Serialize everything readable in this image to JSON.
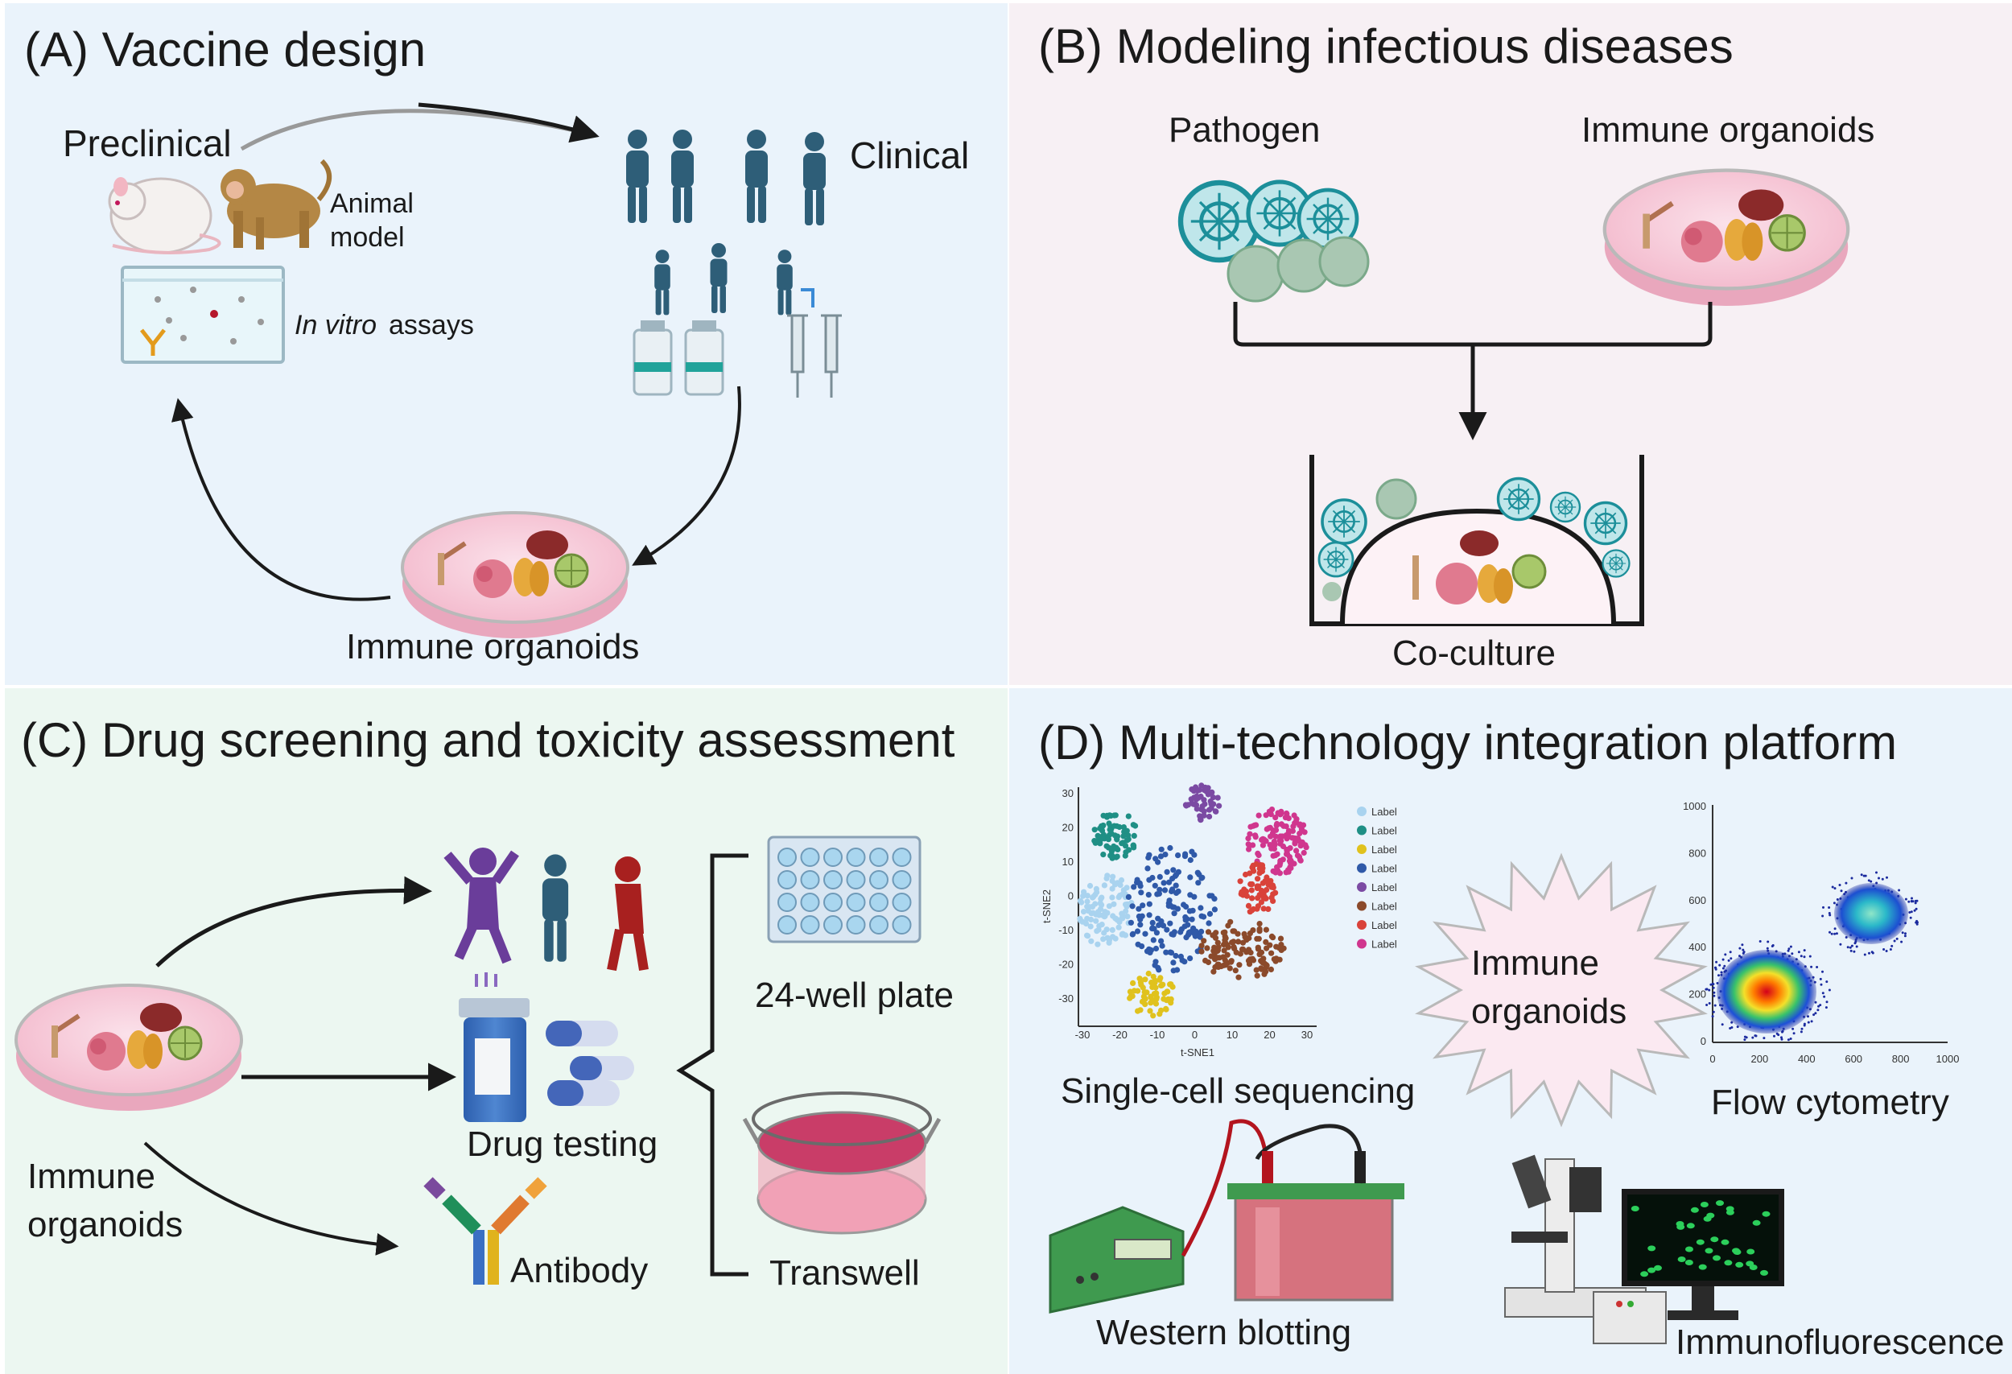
{
  "panels": {
    "a": {
      "title": "(A) Vaccine design",
      "preclinical": "Preclinical",
      "animal_model_line1": "Animal",
      "animal_model_line2": "model",
      "in_vitro_italic": "In vitro",
      "in_vitro_rest": "assays",
      "clinical": "Clinical",
      "organoids": "Immune organoids"
    },
    "b": {
      "title": "(B) Modeling infectious diseases",
      "pathogen": "Pathogen",
      "organoids": "Immune organoids",
      "coculture": "Co-culture"
    },
    "c": {
      "title": "(C) Drug screening and toxicity assessment",
      "organoids_line1": "Immune",
      "organoids_line2": "organoids",
      "drug_testing": "Drug testing",
      "antibody": "Antibody",
      "plate": "24-well plate",
      "transwell": "Transwell"
    },
    "d": {
      "title": "(D) Multi-technology integration platform",
      "center_line1": "Immune",
      "center_line2": "organoids",
      "scseq": "Single-cell sequencing",
      "flow": "Flow cytometry",
      "western": "Western blotting",
      "if": "Immunofluorescence"
    }
  },
  "tsne": {
    "xlabel": "t-SNE1",
    "ylabel": "t-SNE2",
    "xticks": [
      "-30",
      "-20",
      "-10",
      "0",
      "10",
      "20",
      "30"
    ],
    "yticks": [
      "30",
      "20",
      "10",
      "0",
      "-10",
      "-20",
      "-30"
    ],
    "legend": [
      "Label",
      "Label",
      "Label",
      "Label",
      "Label",
      "Label",
      "Label",
      "Label"
    ],
    "colors": [
      "#a9d3ef",
      "#1f8f85",
      "#e0c21d",
      "#2f59a8",
      "#7b4aa3",
      "#8b4a2b",
      "#d9423a",
      "#d0368e"
    ]
  },
  "flow_axes": {
    "xticks": [
      "0",
      "200",
      "400",
      "600",
      "800",
      "1000"
    ],
    "yticks": [
      "1000",
      "800",
      "600",
      "400",
      "200",
      "0"
    ]
  }
}
